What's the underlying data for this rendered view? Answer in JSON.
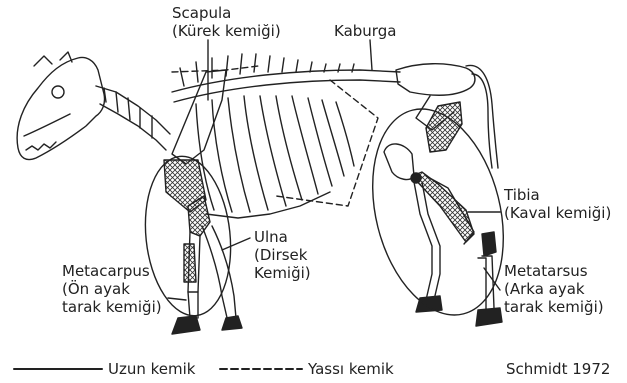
{
  "labels": {
    "scapula": "Scapula",
    "scapula_tr": "(Kürek kemiği)",
    "kaburga": "Kaburga",
    "tibia": "Tibia",
    "tibia_tr": "(Kaval kemiği)",
    "ulna": "Ulna",
    "ulna_tr_1": "(Dirsek",
    "ulna_tr_2": "Kemiği)",
    "metacarpus": "Metacarpus",
    "metacarpus_tr_1": "(Ön ayak",
    "metacarpus_tr_2": "tarak kemiği)",
    "metatarsus": "Metatarsus",
    "metatarsus_tr_1": "(Arka ayak",
    "metatarsus_tr_2": "tarak kemiği)"
  },
  "legend": {
    "long_bone": "Uzun kemik",
    "flat_bone": "Yassı kemik",
    "source": "Schmidt 1972"
  },
  "colors": {
    "line": "#222222",
    "background": "#ffffff"
  }
}
